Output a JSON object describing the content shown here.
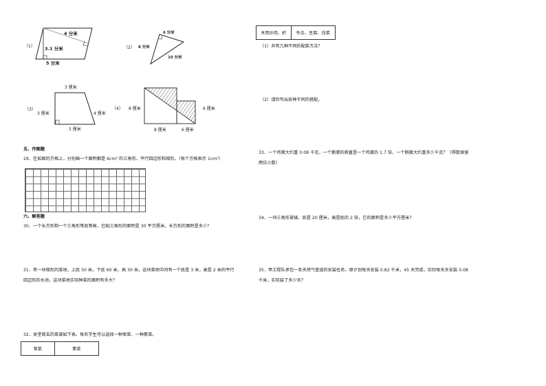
{
  "figures": {
    "fig1": {
      "index": "（1）",
      "label_top": "4 分米",
      "label_height": "3.1 分米",
      "label_base": "5 分米"
    },
    "fig2": {
      "index": "（2）",
      "label_top": "6 分米",
      "label_left": "8 分米",
      "label_hyp": "10 分米"
    },
    "fig3": {
      "index": "（3）",
      "label_top": "3 厘米",
      "label_left": "3 厘米",
      "label_right": "4 厘米",
      "label_bottom": "5 厘米"
    },
    "fig4": {
      "index": "（4）",
      "label_left": "8 厘米",
      "label_right": "6 厘米",
      "label_bottom_left": "8 厘米",
      "label_bottom_right": "6 厘米"
    }
  },
  "section5": {
    "title": "五、作图题",
    "q29": "29．在如图的方格上，分别画一个面积都是 6cm² 的三角形、平行四边形和梯形。（每个方格表示 1cm²）",
    "grid": {
      "columns": 16,
      "rows": 6
    }
  },
  "section6": {
    "title": "六、解答题",
    "q30": "30．一个长方形和一个三角形等底等高，已知三角形的面积是 30 平方厘米，长方形的面积是多少？",
    "q31_line1": "31．有一块梯形的菜地，上底 50 米，下底 60 米，高 30 米，这块菜地中间有一个底是 3 米，高是 2 米的平行",
    "q31_line2": "四边形的水池，这块菜地实际种菜的面积有多大？",
    "q32": "32．食堂周五的菜谱如下表。每名学生可以选择一种荤菜、一种素菜。",
    "q32_table": {
      "headers": [
        "荤菜",
        "素菜"
      ],
      "row": [
        "木耳炒肉、虾",
        "冬瓜、豆腐、白菜"
      ]
    },
    "q32_sub1": "（1）共有几种不同的配菜方法？",
    "q32_sub2": "（2）请你写出各种不同的搭配。",
    "q33_line1": "33．一个鸡蛋大约重 0.08 千克，一个鹅蛋的质量是一个鸡蛋的 1.7 倍，一个鹅蛋大约重多少千克？（得数保留",
    "q33_line2": "两位小数）",
    "q34": "34．一块三角形玻璃，底是 20 厘米，高是底的 2 倍，它的面积是多少平方厘米？",
    "q35_line1": "35．甲工程队承包一条天然气管道的安装任务，原计划每天安装 0.82 千米，45 天完成，实际每天多安装 0.08",
    "q35_line2": "千米，实际装了多少天？"
  }
}
